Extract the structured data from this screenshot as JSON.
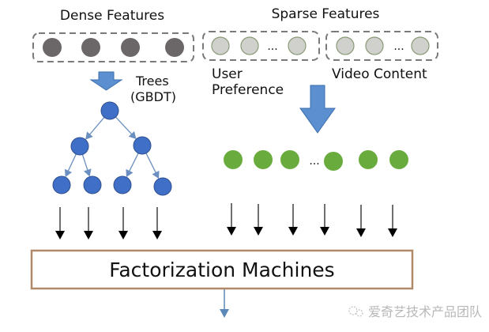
{
  "labels": {
    "dense_features": "Dense Features",
    "sparse_features": "Sparse Features",
    "user_preference_line1": "User",
    "user_preference_line2": "Preference",
    "video_content": "Video Content",
    "trees_line1": "Trees",
    "trees_line2": "(GBDT)",
    "fm": "Factorization Machines",
    "ellipsis": "...",
    "watermark": "爱奇艺技术产品团队"
  },
  "colors": {
    "dense_node": "#6b6667",
    "sparse_node_fill": "#d0d0cc",
    "sparse_node_stroke": "#8a9a78",
    "tree_node": "#3f6fc6",
    "tree_node_stroke": "#2f4f8f",
    "tree_edge": "#6a8fc0",
    "embedding_node": "#6aab3e",
    "block_arrow": "#5b8fd0",
    "block_arrow_stroke": "#3d6fae",
    "fm_border": "#b08a68",
    "dashed_border": "#7a7a7a",
    "output_arrow": "#5a88b8",
    "watermark": "#b8b8b8"
  },
  "groups": {
    "dense": {
      "node_count": 4
    },
    "user_preference": {
      "node_count_shown": 3,
      "has_ellipsis": true
    },
    "video_content": {
      "node_count_shown": 3,
      "has_ellipsis": true
    },
    "tree": {
      "levels": [
        1,
        2,
        4
      ]
    },
    "embeddings": {
      "node_count_shown": 6,
      "has_ellipsis": true
    },
    "fm_inputs": {
      "from_trees": 4,
      "from_embeddings": 6
    }
  }
}
